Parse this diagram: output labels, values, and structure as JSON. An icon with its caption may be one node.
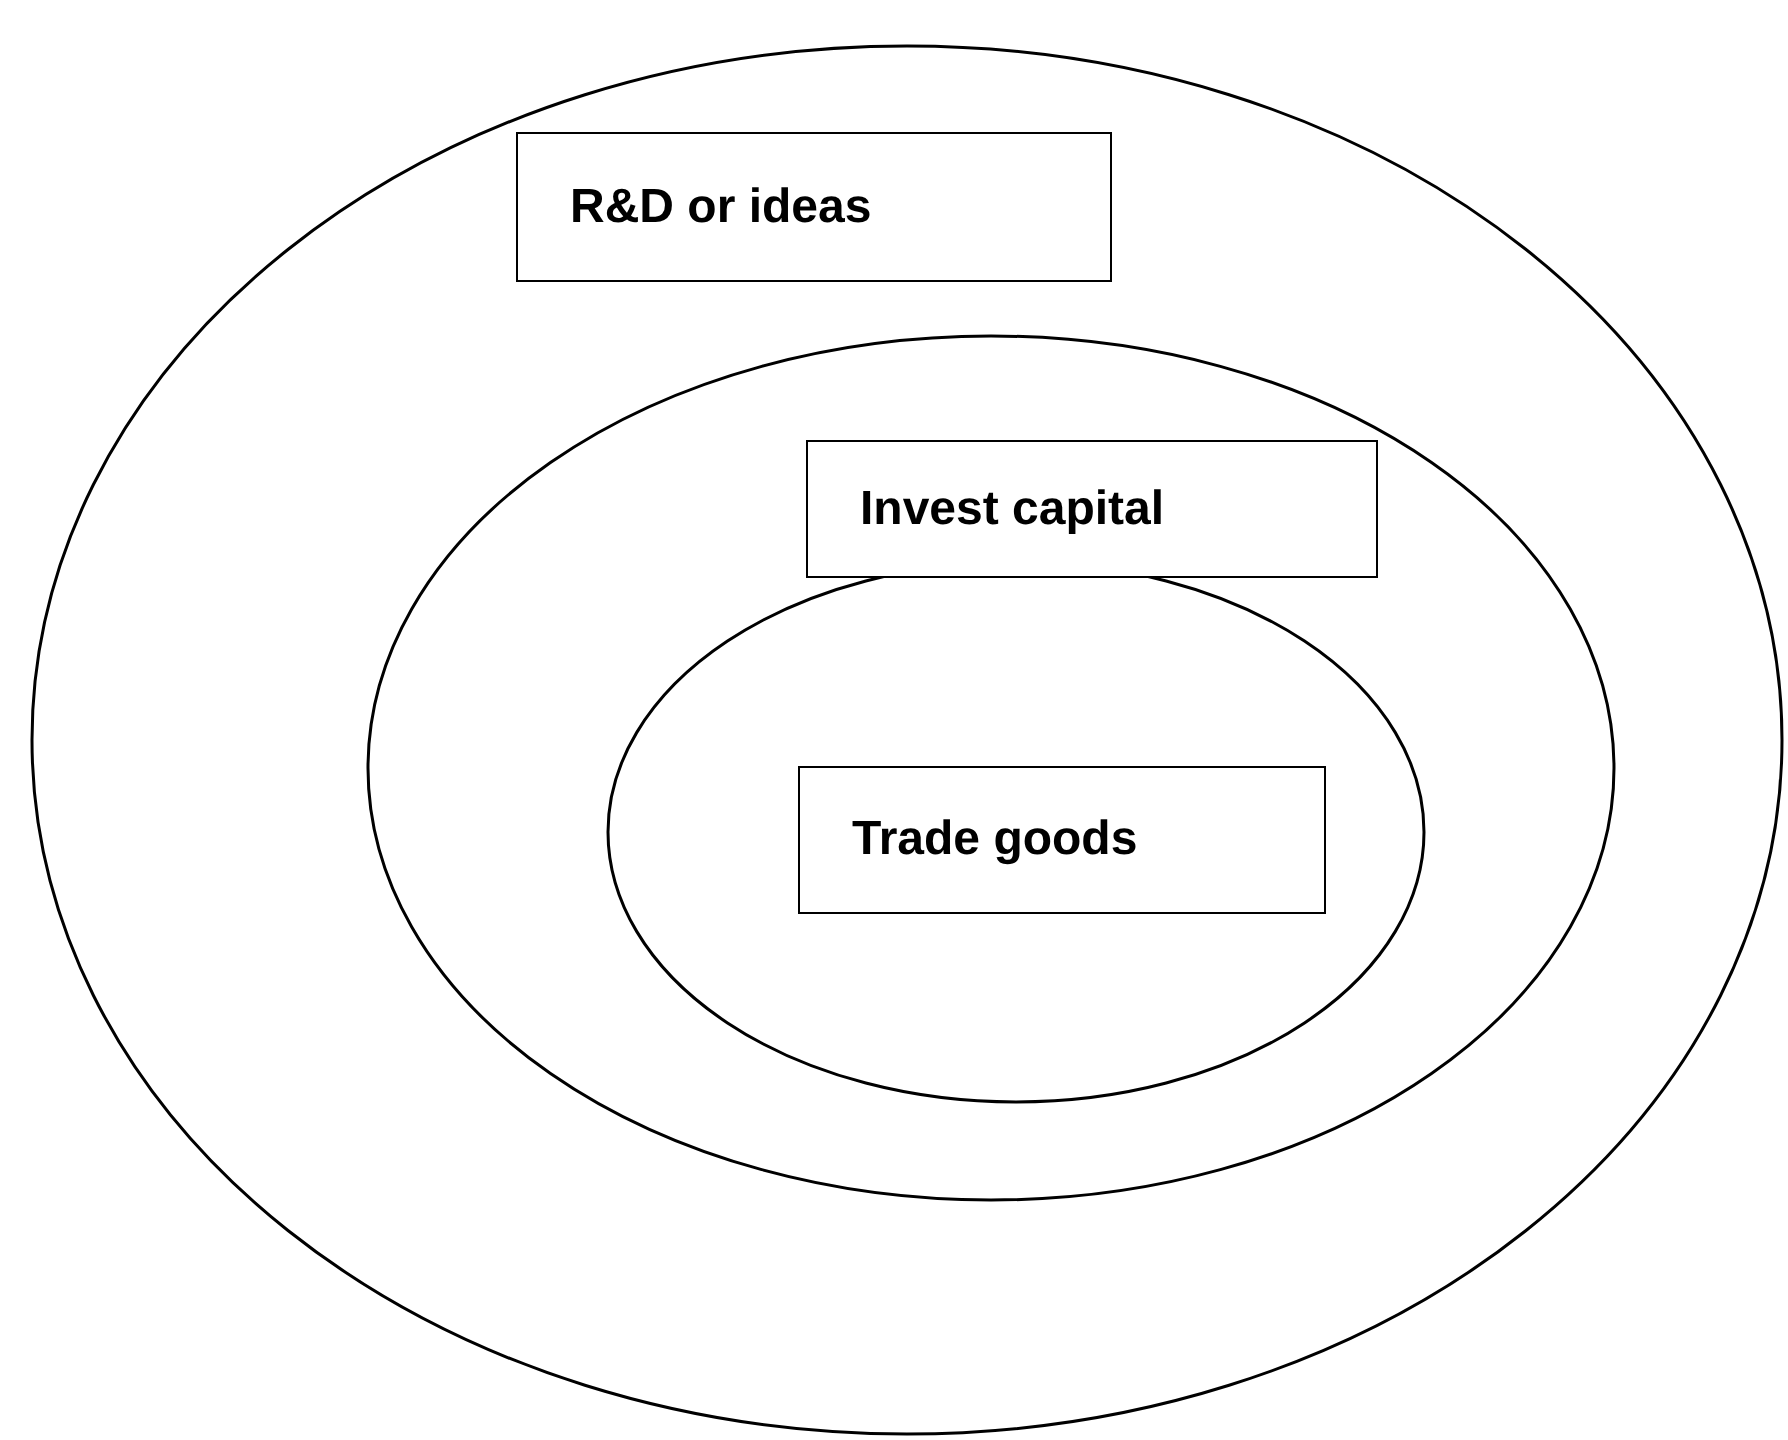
{
  "diagram": {
    "nodes": [
      {
        "text": [],
        "shape": "ellipse"
      },
      {
        "text": [
          "R&D or ideas"
        ],
        "in": 0
      },
      {
        "text": [],
        "shape": "ellipse",
        "in": 0
      },
      {
        "text": [
          "Invest capital"
        ],
        "in": 2
      },
      {
        "text": [],
        "shape": "ellipse",
        "in": 2
      },
      {
        "text": [
          "Trade goods"
        ],
        "in": 4
      }
    ]
  }
}
